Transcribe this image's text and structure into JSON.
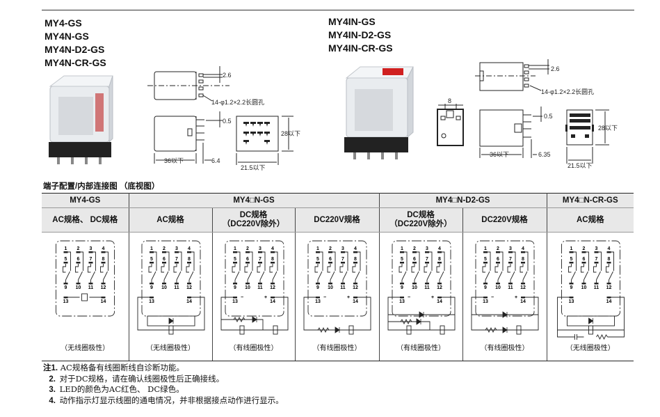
{
  "left_models": [
    "MY4-GS",
    "MY4N-GS",
    "MY4N-D2-GS",
    "MY4N-CR-GS"
  ],
  "right_models": [
    "MY4IN-GS",
    "MY4IN-D2-GS",
    "MY4IN-CR-GS"
  ],
  "dims_left": {
    "pin_pitch": "2.6",
    "hole": "14-φ1.2×2.2长圆孔",
    "pin_offset": "0.5",
    "height": "28以下",
    "length": "36以下",
    "pin_len": "6.4",
    "width": "21.5以下"
  },
  "dims_right": {
    "top_width": "8",
    "pin_pitch": "2.6",
    "hole": "14-φ1.2×2.2长圆孔",
    "pin_offset": "0.5",
    "height": "28以下",
    "length": "36以下",
    "pin_len": "6.35",
    "width": "21.5以下"
  },
  "section_title": "端子配置/内部连接图 （底视图）",
  "table": {
    "groups": [
      "MY4-GS",
      "MY4□N-GS",
      "MY4□N-D2-GS",
      "MY4□N-CR-GS"
    ],
    "columns": [
      {
        "label": "AC规格、 DC规格",
        "sub": "",
        "caption": "（无线圈极性）",
        "variant": "plain"
      },
      {
        "label": "AC规格",
        "sub": "",
        "caption": "（无线圈极性）",
        "variant": "led-ac"
      },
      {
        "label": "DC规格",
        "sub": "（DC220V除外）",
        "caption": "（有线圈极性）",
        "variant": "led-dc"
      },
      {
        "label": "DC220V规格",
        "sub": "",
        "caption": "（有线圈极性）",
        "variant": "led-dc220"
      },
      {
        "label": "DC规格",
        "sub": "（DC220V除外）",
        "caption": "（有线圈极性）",
        "variant": "d2-dc"
      },
      {
        "label": "DC220V规格",
        "sub": "",
        "caption": "（有线圈极性）",
        "variant": "d2-dc220"
      },
      {
        "label": "AC规格",
        "sub": "",
        "caption": "（无线圈极性）",
        "variant": "cr"
      }
    ],
    "pins": [
      "1",
      "2",
      "3",
      "4",
      "5",
      "6",
      "7",
      "8",
      "9",
      "10",
      "11",
      "12",
      "13",
      "14"
    ],
    "minus": "−",
    "plus": "+"
  },
  "notes": {
    "lead": "注",
    "items": [
      {
        "num": "1.",
        "text": "AC规格备有线圈断线自诊断功能。"
      },
      {
        "num": "2.",
        "text": "对于DC规格，请在确认线圈极性后正确接线。"
      },
      {
        "num": "3.",
        "text": "LED的颜色为AC红色、 DC绿色。"
      },
      {
        "num": "4.",
        "text": "动作指示灯显示线圈的通电情况，并非根据接点动作进行显示。"
      }
    ]
  }
}
